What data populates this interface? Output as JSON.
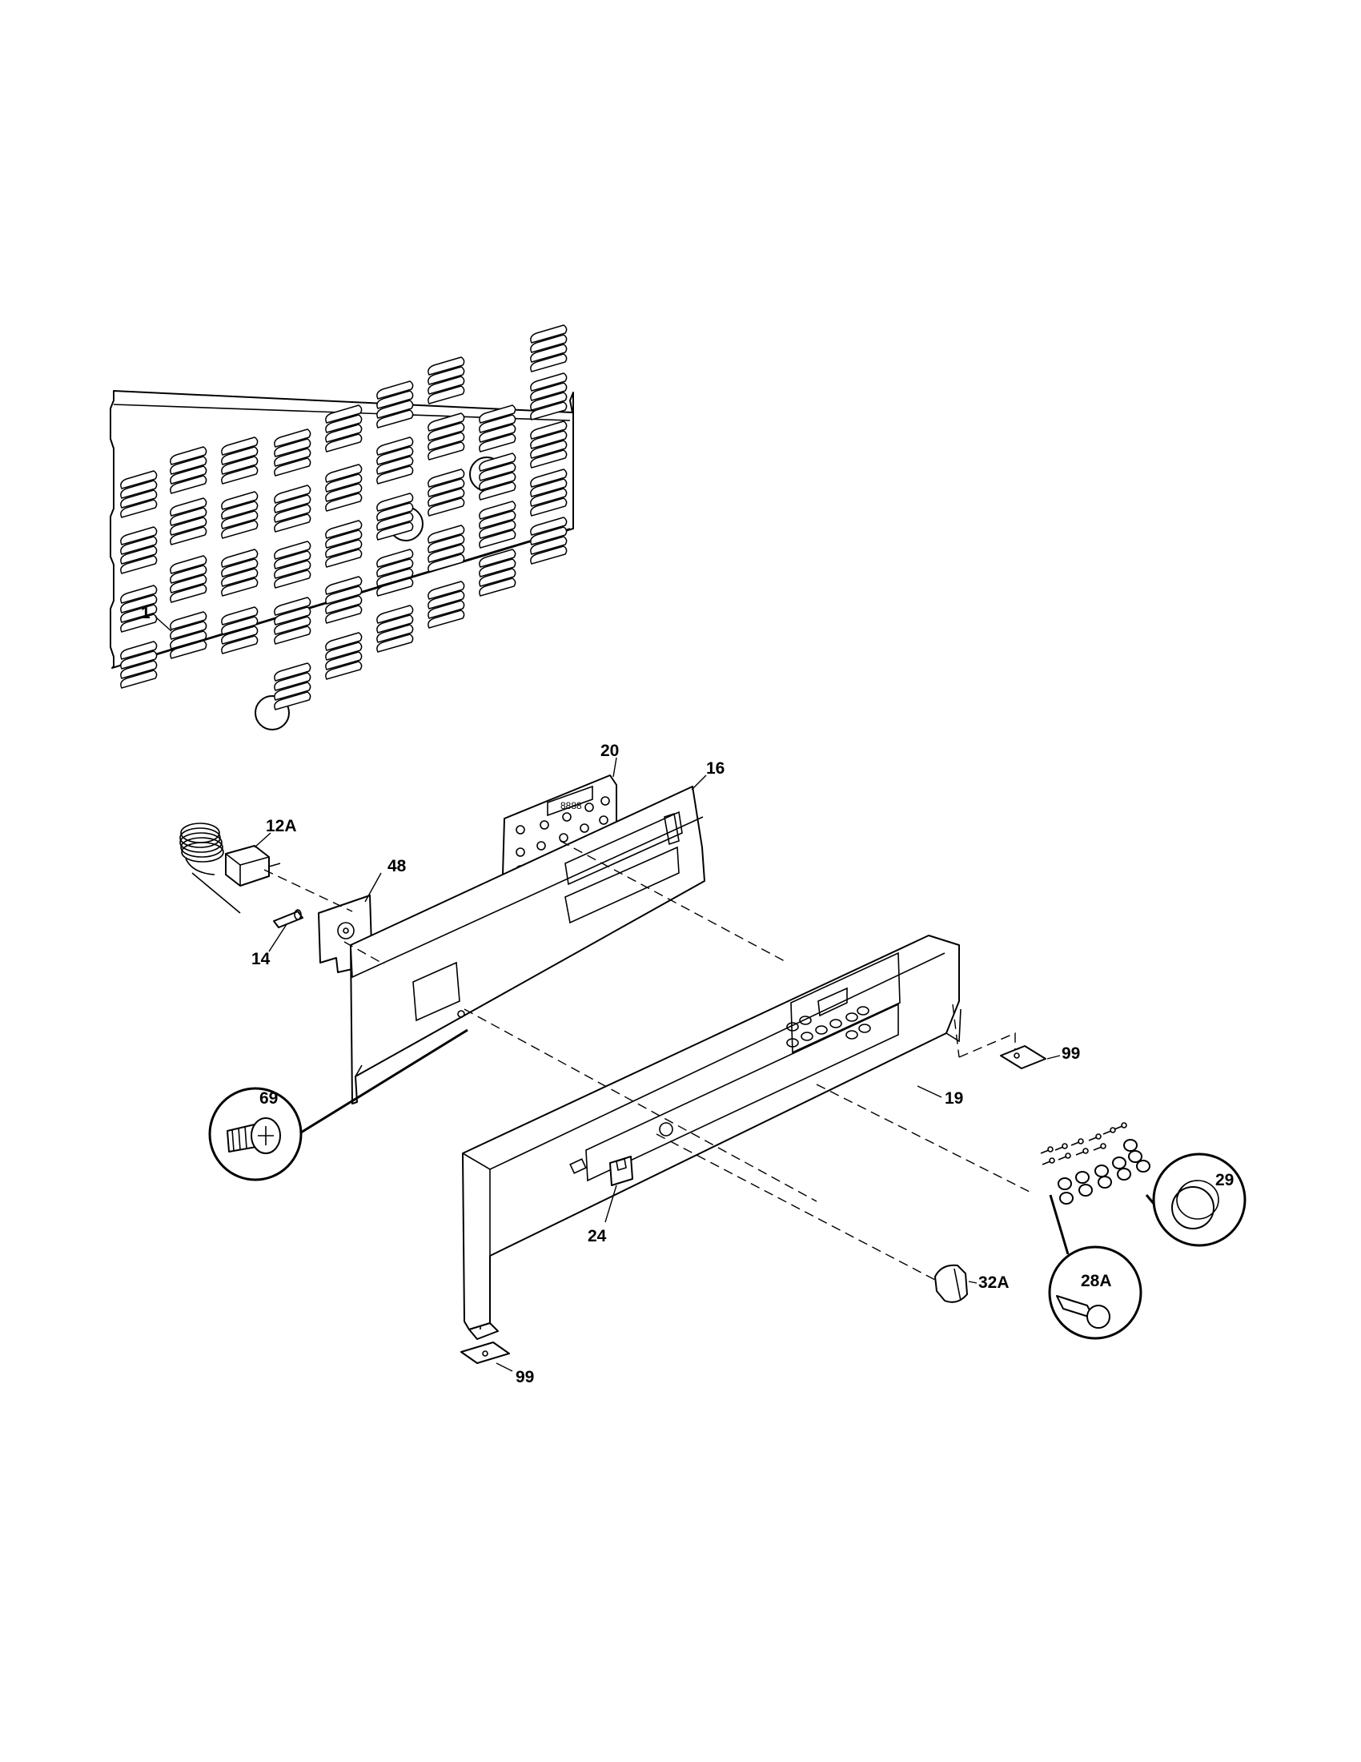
{
  "callouts": {
    "c1": "1",
    "c12a": "12A",
    "c14": "14",
    "c16": "16",
    "c19": "19",
    "c20": "20",
    "c24": "24",
    "c28a": "28A",
    "c29": "29",
    "c32a": "32A",
    "c48": "48",
    "c69": "69",
    "c99_right": "99",
    "c99_bottom": "99"
  },
  "colors": {
    "line": "#000000",
    "background": "#ffffff"
  }
}
